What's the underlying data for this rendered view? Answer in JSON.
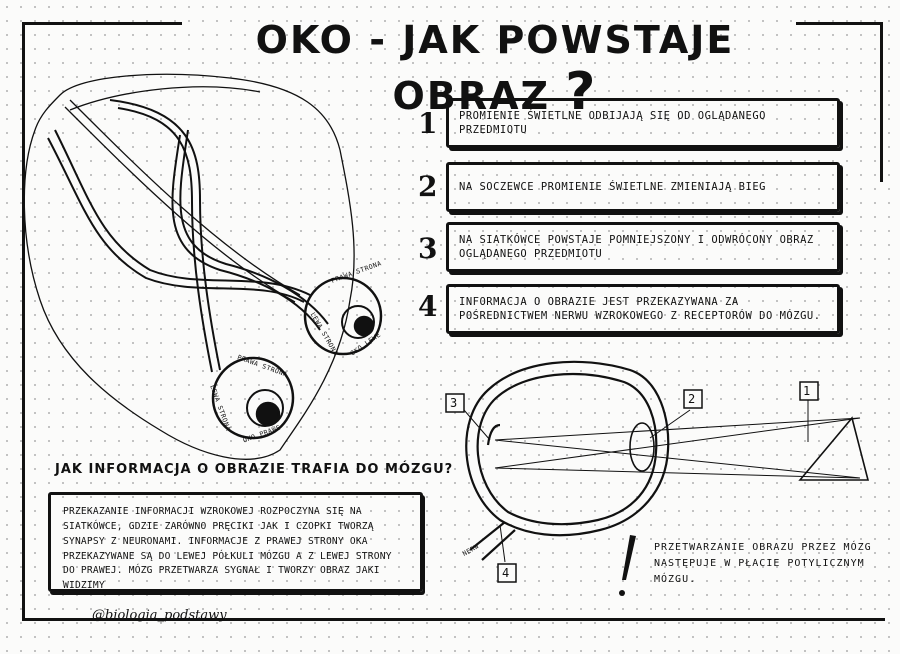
{
  "title": "OKO - JAK POWSTAJE OBRAZ",
  "title_mark": "?",
  "steps": [
    {
      "number": "1",
      "text": "PROMIENIE ŚWIETLNE ODBIJAJĄ SIĘ OD OGLĄDANEGO PRZEDMIOTU"
    },
    {
      "number": "2",
      "text": "NA SOCZEWCE PROMIENIE ŚWIETLNE ZMIENIAJĄ BIEG"
    },
    {
      "number": "3",
      "text": "NA SIATKÓWCE POWSTAJE POMNIEJSZONY I ODWRÓCONY OBRAZ OGLĄDANEGO PRZEDMIOTU"
    },
    {
      "number": "4",
      "text": "INFORMACJA O OBRAZIE JEST PRZEKAZYWANA ZA POŚREDNICTWEM NERWU WZROKOWEGO Z RECEPTORÓW DO MÓZGU."
    }
  ],
  "brain_question": "JAK INFORMACJA O OBRAZIE TRAFIA DO MÓZGU?",
  "brain_text": "PRZEKAZANIE INFORMACJI WZROKOWEJ ROZPOCZYNA SIĘ NA SIATKÓWCE, GDZIE ZARÓWNO PRĘCIKI JAK I CZOPKI TWORZĄ SYNAPSY Z NEURONAMI. INFORMACJE Z PRAWEJ STRONY OKA PRZEKAZYWANE SĄ DO LEWEJ PÓŁKULI MÓZGU A Z LEWEJ STRONY DO PRAWEJ. MÓZG PRZETWARZA SYGNAŁ I TWORZY OBRAZ JAKI WIDZIMY",
  "final_note": "PRZETWARZANIE OBRAZU PRZEZ MÓZG NASTĘPUJE W PŁACIE POTYLICZNYM MÓZGU.",
  "handle": "@biologia_podstawy",
  "eye_labels": {
    "left_eye": "OKO LEWE",
    "right_eye": "OKO PRAWE",
    "right_side": "PRAWA STRONA",
    "left_side": "LEWA STRONA"
  },
  "diagram_markers": [
    "1",
    "2",
    "3",
    "4"
  ],
  "nerve_label": "NERW"
}
